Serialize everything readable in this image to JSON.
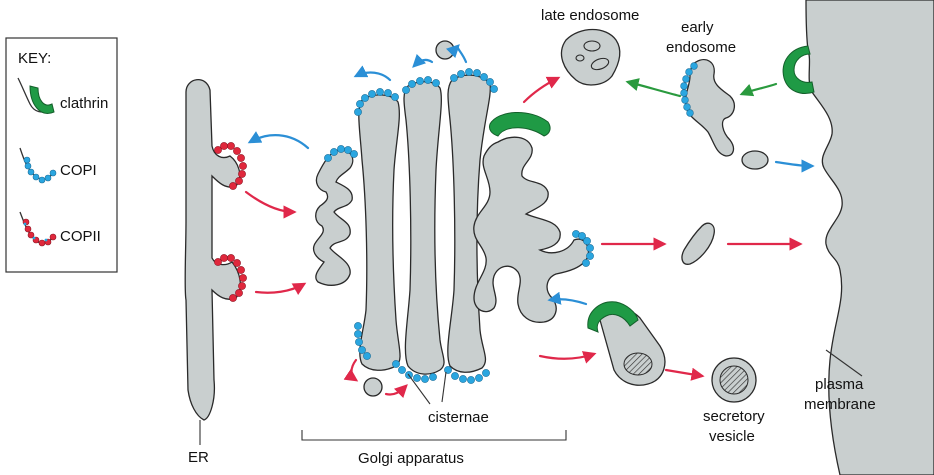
{
  "key": {
    "title": "KEY:",
    "items": [
      {
        "label": "clathrin",
        "color": "#1f9a45"
      },
      {
        "label": "COPI",
        "color": "#2aa6e0"
      },
      {
        "label": "COPII",
        "color": "#e0283c"
      }
    ]
  },
  "labels": {
    "er": "ER",
    "golgi": "Golgi apparatus",
    "cisternae": "cisternae",
    "late_endosome": "late endosome",
    "early_endosome_line1": "early",
    "early_endosome_line2": "endosome",
    "plasma_membrane_line1": "plasma",
    "plasma_membrane_line2": "membrane",
    "secretory_vesicle_line1": "secretory",
    "secretory_vesicle_line2": "vesicle"
  },
  "colors": {
    "organelle_fill": "#c9cfcf",
    "outline": "#2a2a2a",
    "clathrin": "#1f9a45",
    "copi": "#2aa6e0",
    "copii": "#e0283c",
    "arrow_red": "#e0284a",
    "arrow_blue": "#2b8fd6",
    "arrow_green": "#2a9a3e"
  }
}
